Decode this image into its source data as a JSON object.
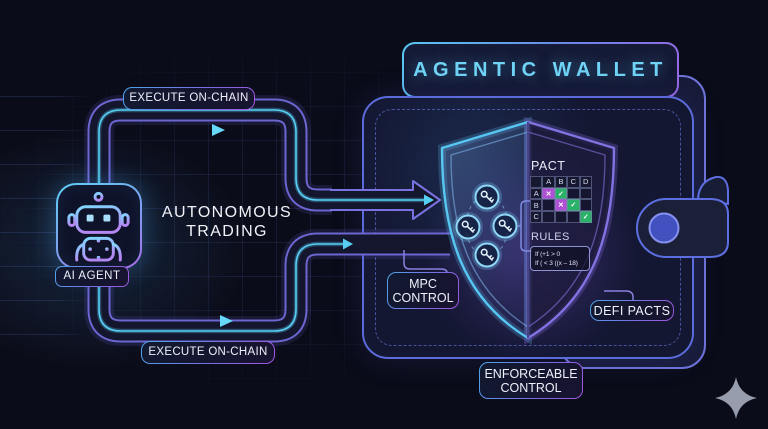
{
  "agent": {
    "label": "AI AGENT",
    "icon": "robot-icon"
  },
  "flow": {
    "top_pipe_label": "EXECUTE ON-CHAIN",
    "bottom_pipe_label": "EXECUTE ON-CHAIN",
    "center_line1": "AUTONOMOUS",
    "center_line2": "TRADING"
  },
  "wallet": {
    "title": "AGENTIC WALLET",
    "mpc_line1": "MPC",
    "mpc_line2": "CONTROL",
    "defi_label": "DEFI PACTS",
    "enforceable_line1": "ENFORCEABLE",
    "enforceable_line2": "CONTROL"
  },
  "shield": {
    "keys_icon": "key-icon",
    "pact": {
      "title": "PACT",
      "columns": [
        "A",
        "B",
        "C",
        "D"
      ],
      "rows": [
        {
          "label": "A",
          "cells": [
            "x",
            "check",
            "",
            ""
          ]
        },
        {
          "label": "B",
          "cells": [
            "",
            "x",
            "check",
            ""
          ]
        },
        {
          "label": "C",
          "cells": [
            "",
            "",
            "",
            "check"
          ]
        }
      ]
    },
    "rules": {
      "title": "RULES",
      "line1": "If (+1 > 0",
      "line2": "If ( < 3 ((x – 18)"
    }
  },
  "decor": {
    "sparkle_icon": "sparkle-icon"
  },
  "colors": {
    "background": "#0b0c19",
    "accent_cyan": "#57cef2",
    "accent_purple": "#8d6fe8",
    "pipe_edge": "#6b66d0",
    "wallet_border": "#5b6bdb",
    "mark_x_bg": "#ae4fd4",
    "mark_check_bg": "#2cb168",
    "title_cyan": "#70d4f6"
  }
}
